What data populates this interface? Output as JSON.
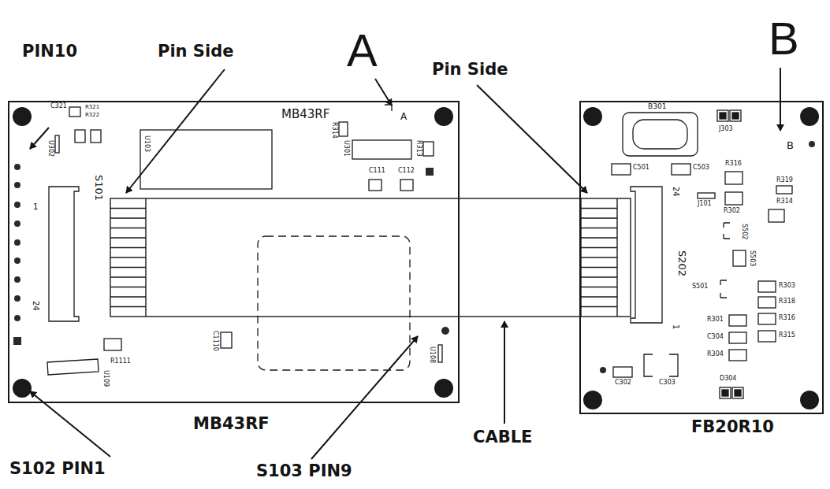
{
  "diagram": {
    "nodes": [
      {
        "text": [
          "MB43RF",
          "MB43RF"
        ]
      },
      {
        "text": [
          "FB20R10"
        ]
      }
    ],
    "labels": [
      "A",
      "B",
      "PIN10",
      "Pin Side",
      "Pin Side",
      "C321",
      "R321",
      "R322",
      "U302",
      "U103",
      "R314",
      "U301",
      "R313",
      "C111",
      "C112",
      "A",
      "S101",
      "1",
      "24",
      "C1110",
      "R1111",
      "U109",
      "U108",
      "B301",
      "J303",
      "B",
      "C501",
      "C503",
      "R316",
      "R319",
      "24",
      "J101",
      "R302",
      "R314",
      "S502",
      "S503",
      "S202",
      "S501",
      "R303",
      "R318",
      "1",
      "R301",
      "R316",
      "C304",
      "R315",
      "R304",
      "C302",
      "C303",
      "D304",
      "S102 PIN1",
      "S103 PIN9",
      "CABLE"
    ]
  }
}
